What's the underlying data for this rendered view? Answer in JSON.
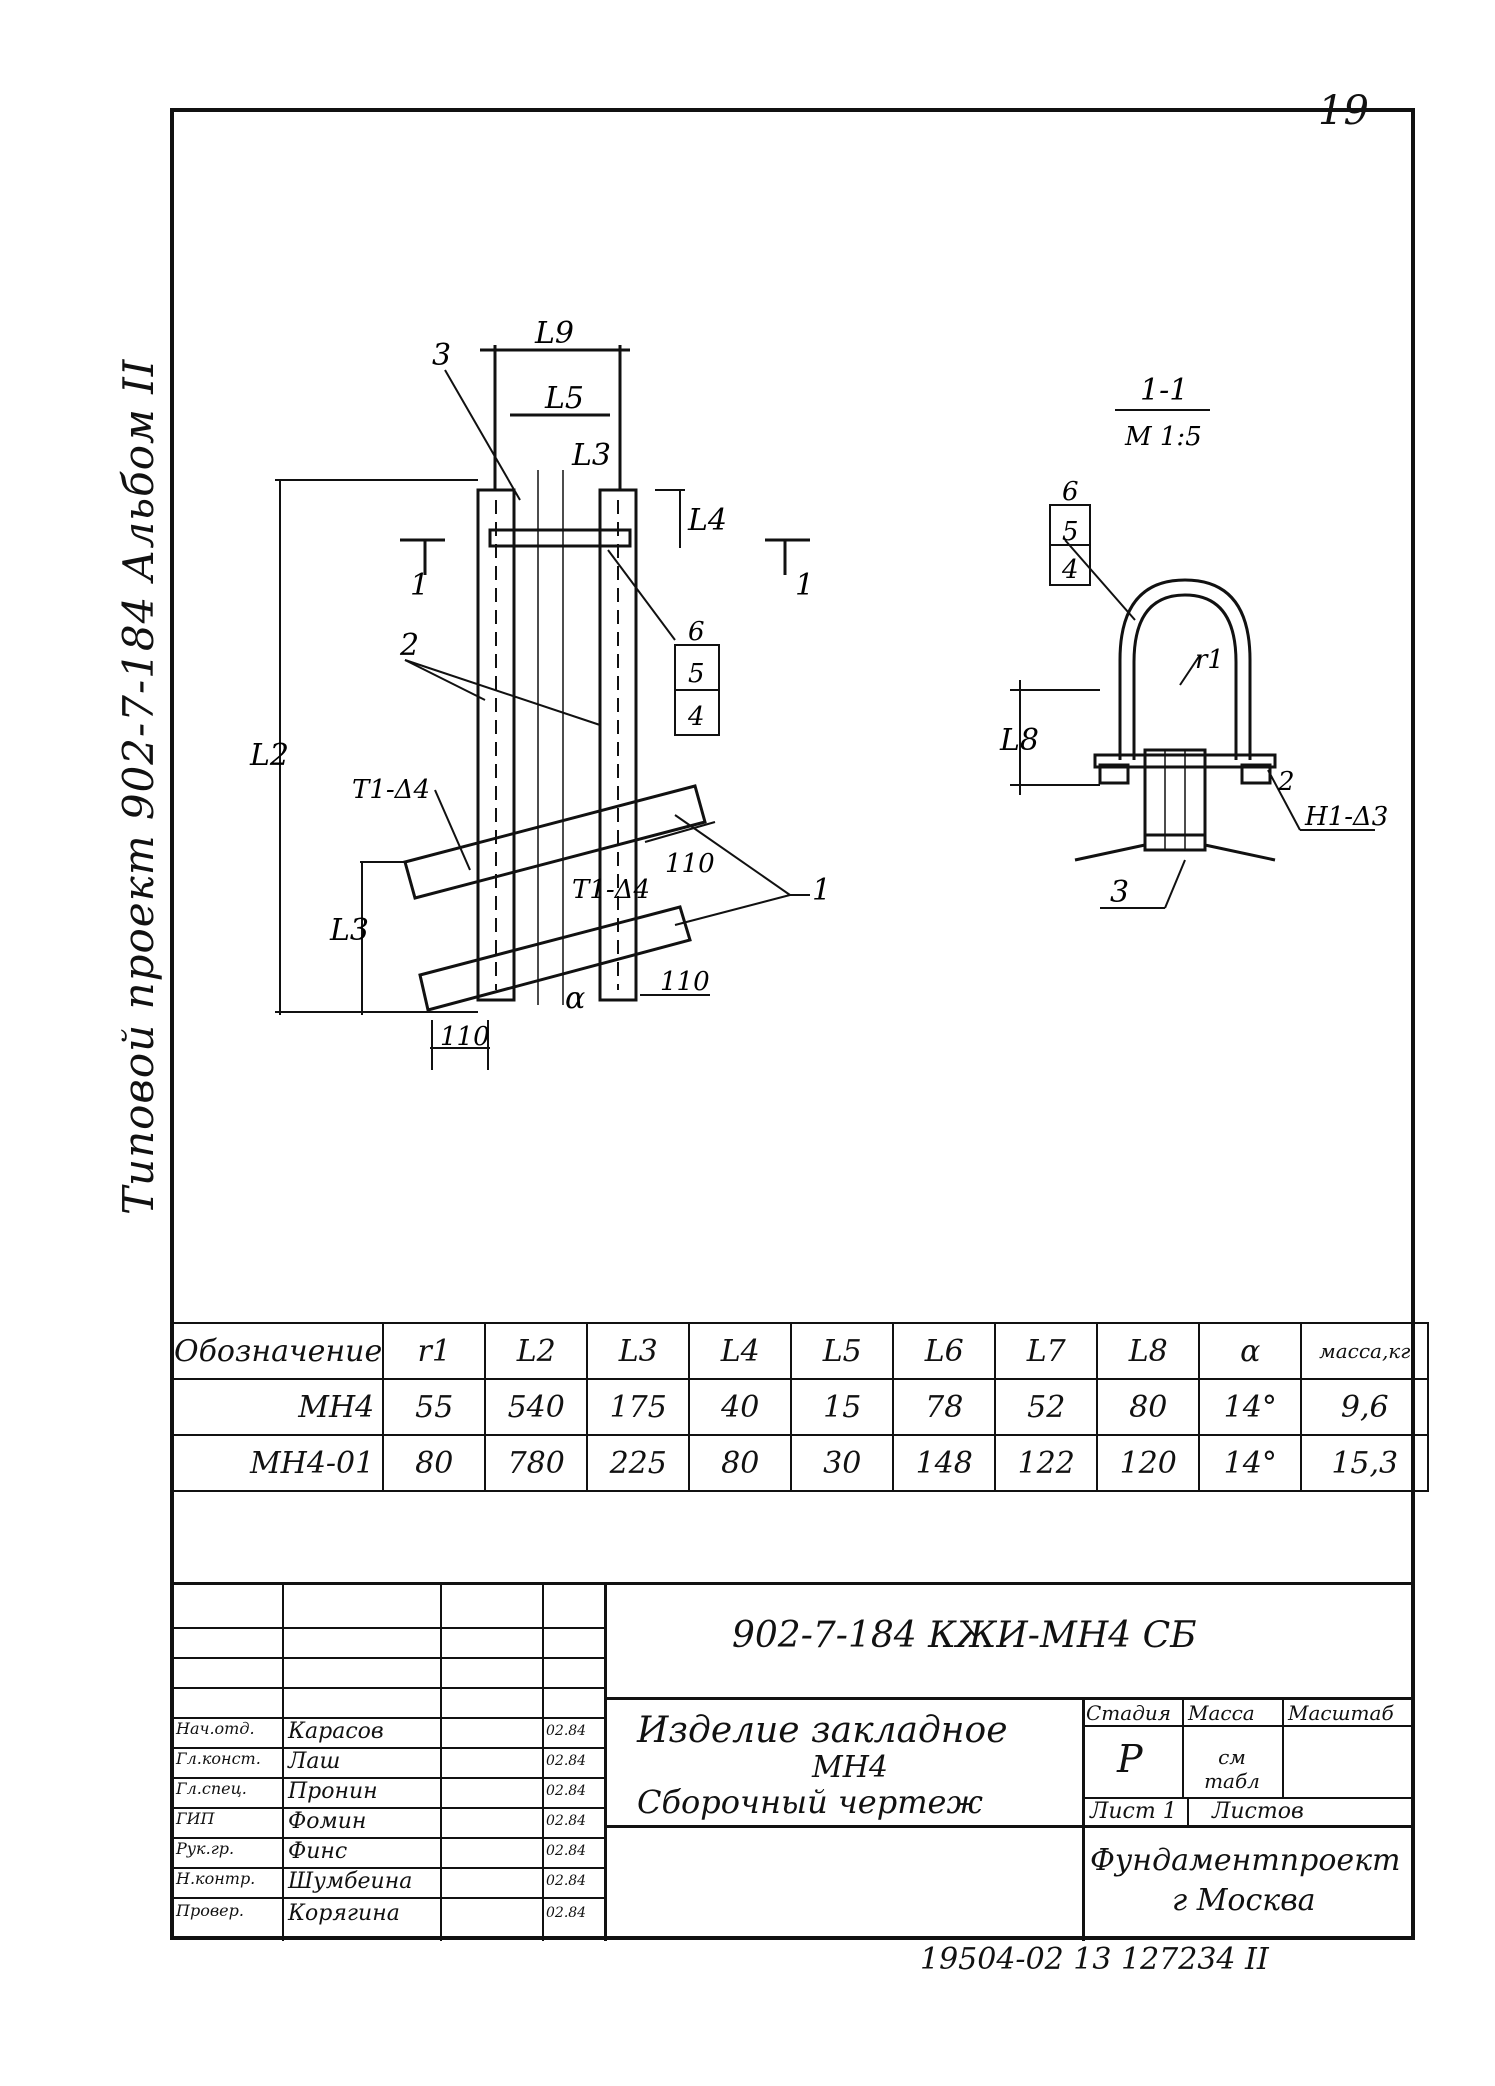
{
  "sheet_number": "19",
  "side_label": "Типовой проект 902-7-184 Альбом II",
  "drawing": {
    "elevation_labels": [
      "3",
      "L9",
      "L5",
      "L3",
      "L4",
      "L2",
      "2",
      "1",
      "T1-Δ4",
      "Т1-Δ4",
      "α",
      "110",
      "110",
      "110"
    ],
    "leader_stack_right": [
      "6",
      "5",
      "4"
    ],
    "cut_marks": [
      "1",
      "1"
    ],
    "section_title": "1-1",
    "section_scale": "М 1:5",
    "section_stack": [
      "6",
      "5",
      "4"
    ],
    "section_labels": [
      "L8",
      "r1",
      "2",
      "Н1-Δ3",
      "3"
    ]
  },
  "table": {
    "headers": [
      "Обозначение",
      "r1",
      "L2",
      "L3",
      "L4",
      "L5",
      "L6",
      "L7",
      "L8",
      "α",
      "масса,кг"
    ],
    "rows": [
      [
        "МН4",
        "55",
        "540",
        "175",
        "40",
        "15",
        "78",
        "52",
        "80",
        "14°",
        "9,6"
      ],
      [
        "МН4-01",
        "80",
        "780",
        "225",
        "80",
        "30",
        "148",
        "122",
        "120",
        "14°",
        "15,3"
      ]
    ]
  },
  "title_block": {
    "doc_code": "902-7-184    КЖИ-МН4 СБ",
    "title_line1": "Изделие закладное",
    "title_line2": "МН4",
    "title_line3": "Сборочный чертеж",
    "stage_header": "Стадия",
    "mass_header": "Масса",
    "scale_header": "Масштаб",
    "stage_value": "Р",
    "mass_value": "см табл",
    "sheet_label": "Лист 1",
    "sheets_label": "Листов",
    "org_line1": "Фундаментпроект",
    "org_line2": "г Москва",
    "staff": [
      {
        "role": "Нач.отд.",
        "name": "Карасов",
        "date": "02.84"
      },
      {
        "role": "Гл.конст.",
        "name": "Лаш",
        "date": "02.84"
      },
      {
        "role": "Гл.спец.",
        "name": "Пронин",
        "date": "02.84"
      },
      {
        "role": "ГИП",
        "name": "Фомин",
        "date": "02.84"
      },
      {
        "role": "Рук.гр.",
        "name": "Финс",
        "date": "02.84"
      },
      {
        "role": "Н.контр.",
        "name": "Шумбеина",
        "date": "02.84"
      },
      {
        "role": "Провер.",
        "name": "Корягина",
        "date": "02.84"
      }
    ]
  },
  "bottom_codes": "19504-02    13    127234 II"
}
